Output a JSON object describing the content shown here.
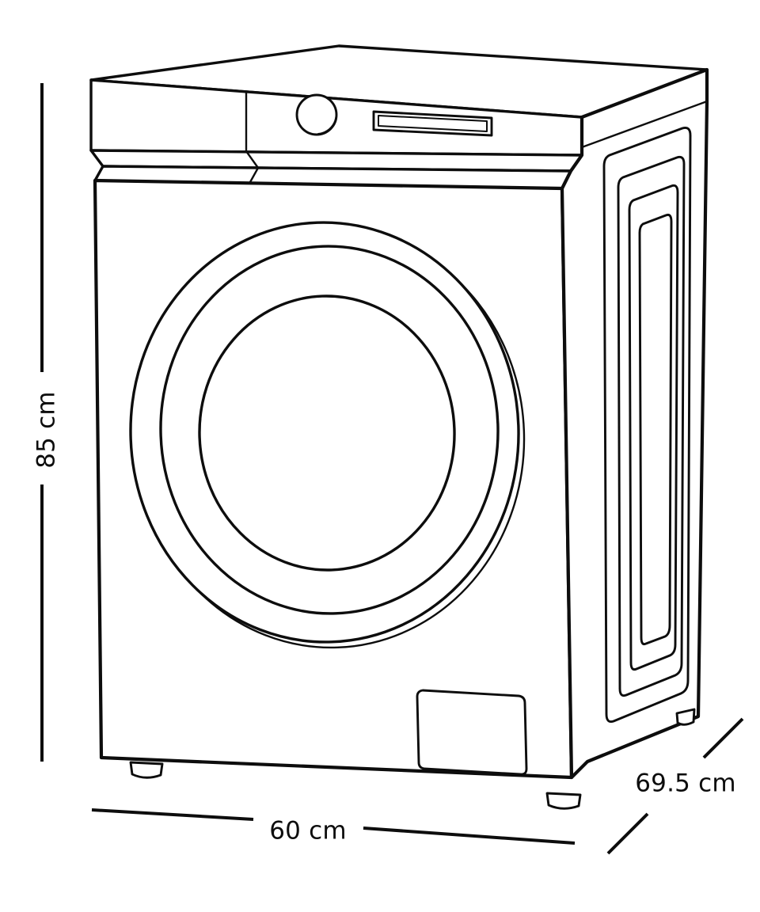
{
  "drawing": {
    "title": "Washing machine dimension drawing",
    "subject": "front-load washing machine",
    "view": "three-quarter isometric line drawing",
    "stroke_color": "#0d0d0d",
    "background_color": "#ffffff",
    "units": "cm"
  },
  "dimensions": {
    "height": {
      "label": "85 cm",
      "value": 85,
      "unit": "cm",
      "orientation": "vertical",
      "text_rotation_deg": -90,
      "position": "left"
    },
    "width": {
      "label": "60 cm",
      "value": 60,
      "unit": "cm",
      "orientation": "horizontal",
      "text_rotation_deg": 0,
      "position": "bottom"
    },
    "depth": {
      "label": "69.5 cm",
      "value": 69.5,
      "unit": "cm",
      "orientation": "diagonal",
      "text_rotation_deg": 0,
      "position": "bottom-right"
    }
  },
  "parts": {
    "top_panel": "top-panel",
    "control_panel": "control-panel",
    "control_knob": "control-knob-dial",
    "display_window": "display-window",
    "front_face": "front-face",
    "door_outer_ring": "door-outer-ring",
    "door_middle_ring": "door-middle-ring",
    "door_glass": "door-glass",
    "filter_flap": "filter-access-flap",
    "side_panel": "side-panel",
    "side_contours": 4,
    "feet": 3
  }
}
